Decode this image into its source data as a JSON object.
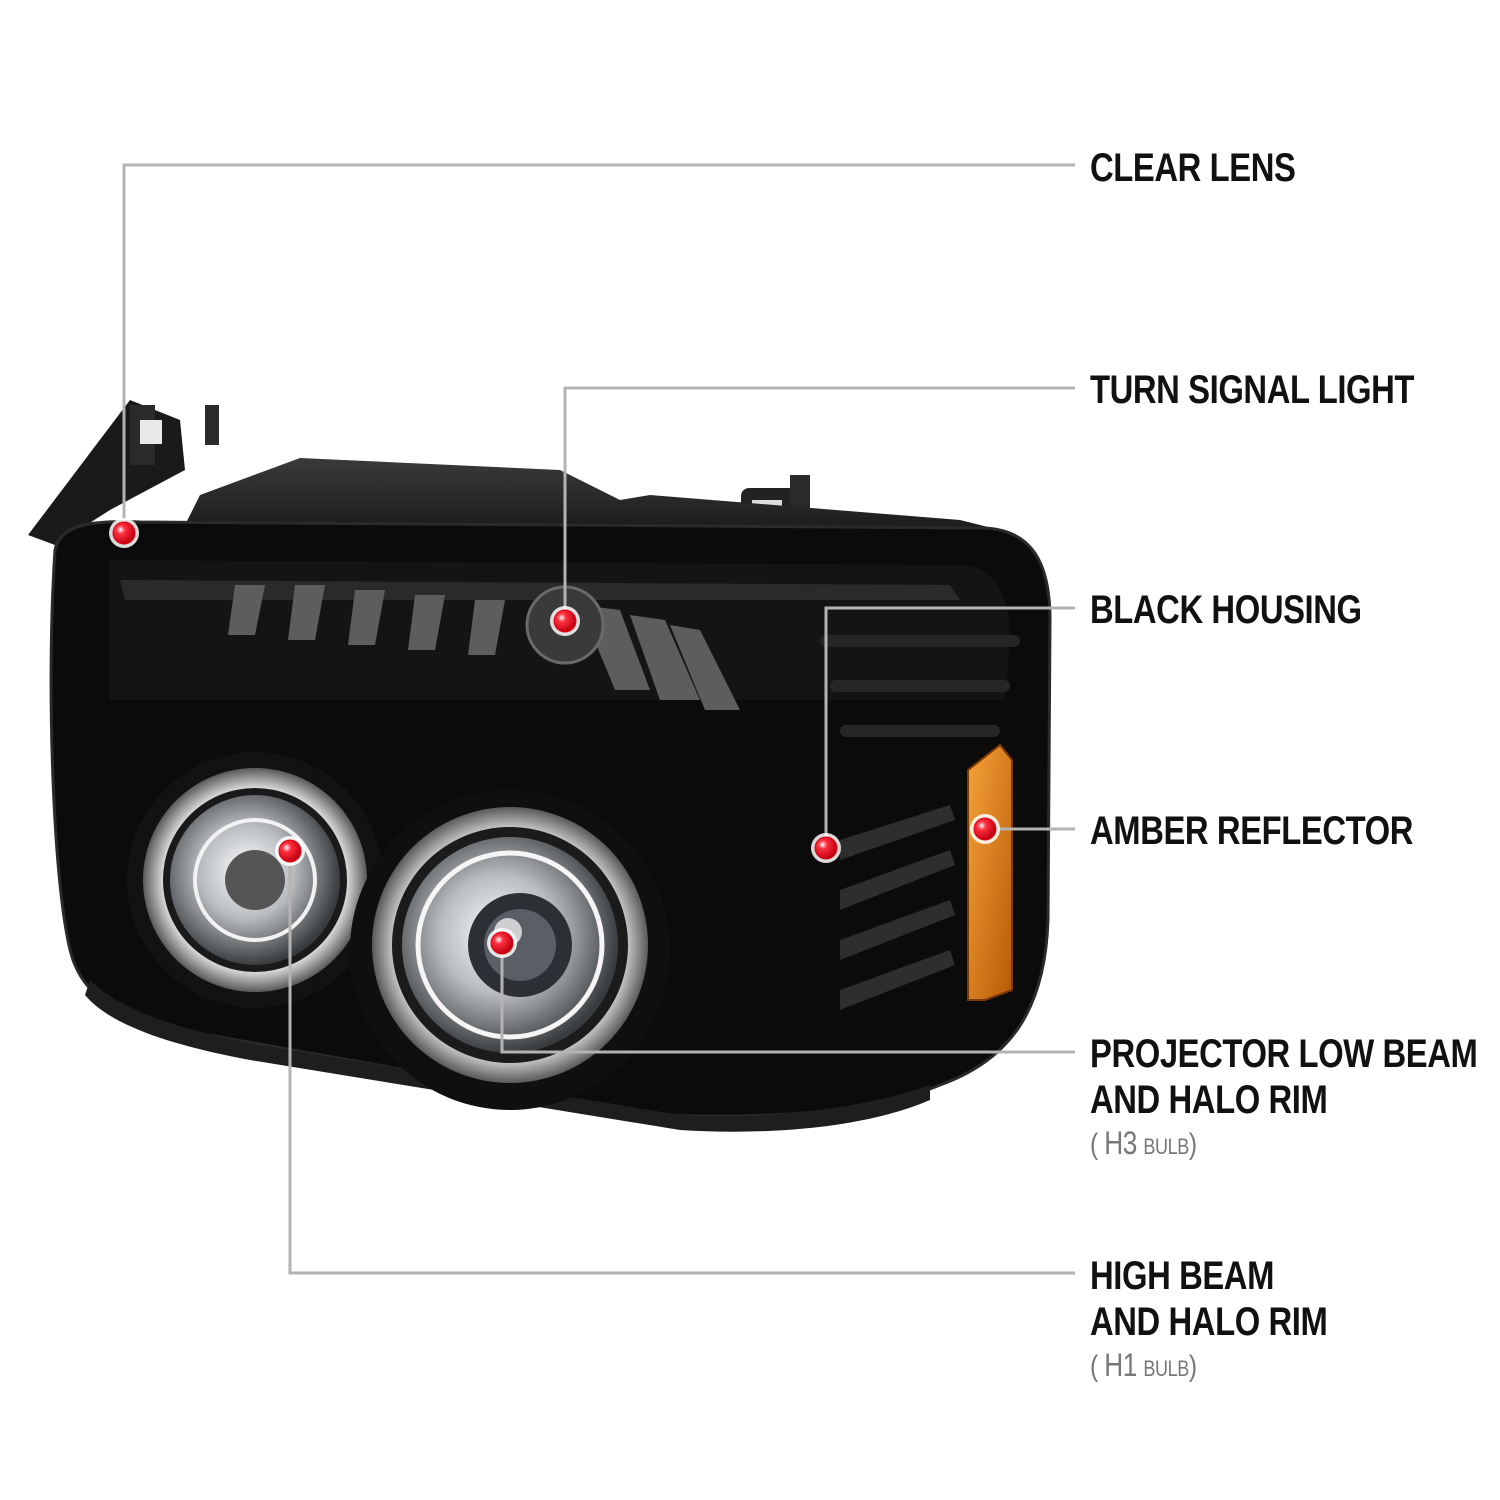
{
  "colors": {
    "leader_line": "#b3b3b3",
    "marker": "#e00012",
    "housing": "#0b0b0b",
    "amber": "#e07a10",
    "label_text": "#111111",
    "bulb_text": "#777777"
  },
  "callouts": [
    {
      "id": "clear-lens",
      "lines": [
        "CLEAR LENS"
      ]
    },
    {
      "id": "turn-signal-light",
      "lines": [
        "TURN SIGNAL LIGHT"
      ]
    },
    {
      "id": "black-housing",
      "lines": [
        "BLACK HOUSING"
      ]
    },
    {
      "id": "amber-reflector",
      "lines": [
        "AMBER REFLECTOR"
      ]
    },
    {
      "id": "projector-low-beam",
      "lines": [
        "PROJECTOR LOW BEAM",
        "AND HALO RIM"
      ],
      "bulb": {
        "open": "(",
        "code": "H3",
        "word": "BULB",
        "close": ")"
      }
    },
    {
      "id": "high-beam",
      "lines": [
        "HIGH BEAM",
        "AND HALO RIM"
      ],
      "bulb": {
        "open": "(",
        "code": "H1",
        "word": "BULB",
        "close": ")"
      }
    }
  ]
}
